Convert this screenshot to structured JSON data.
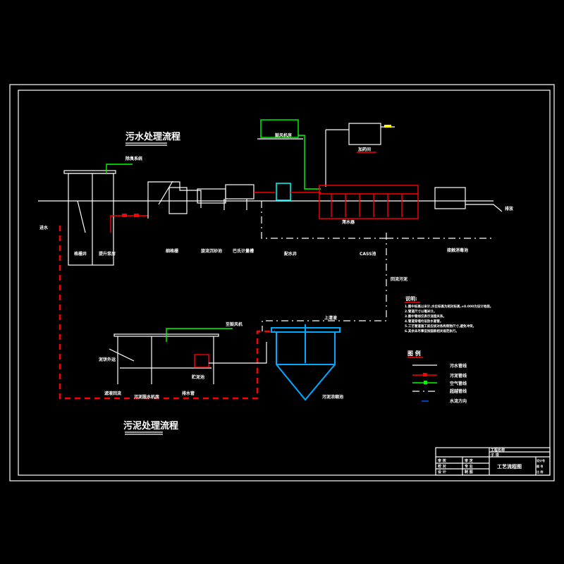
{
  "drawing": {
    "title_sewage": "污水处理流程",
    "title_sludge": "污泥处理流程",
    "units": [
      {
        "label": "格栅井"
      },
      {
        "label": "提升泵房"
      },
      {
        "label": "细格栅"
      },
      {
        "label": "旋流沉砂池"
      },
      {
        "label": "巴氏计量槽"
      },
      {
        "label": "配水井"
      },
      {
        "label": "CASS池"
      },
      {
        "label": "接触消毒池"
      }
    ],
    "aux_labels": {
      "blower": "鼓风机房",
      "dosing": "加药间",
      "air": "至鼓风机",
      "deodor": "除臭系统",
      "return_sludge": "回流污泥",
      "cass_inner": "滗水器",
      "sludge_thickener": "污泥浓缩池",
      "sludge_tank": "贮泥池",
      "dewater": "污泥脱水机房",
      "cake_out": "泥饼外运",
      "supernatant": "上清液",
      "overflow": "排水管",
      "inlet": "进水",
      "outlet": "排放",
      "filtrate": "滤液回流"
    },
    "notes": {
      "heading": "说明:",
      "lines": [
        "1.图中标高以米计,水位标高为相对标高,±0.000为设计地面。",
        "2.管道尺寸以毫米计。",
        "3.图中管线仅表示流程关系。",
        "4.管道穿墙均设防水套管。",
        "5.工艺管道施工前应核对各构筑物尺寸,避免冲突。",
        "6.其余未尽事宜按国家相关规范执行。"
      ]
    },
    "legend": {
      "heading": "图 例",
      "items": [
        {
          "label": "污水管线",
          "color": "#ffffff"
        },
        {
          "label": "污泥管线",
          "color": "#ff0000"
        },
        {
          "label": "空气管线",
          "color": "#00ff00"
        },
        {
          "label": "超越管线",
          "color": "#ffffff"
        },
        {
          "label": "水流方向",
          "color": "#0055ff"
        }
      ]
    },
    "title_block": {
      "project": "工程名称",
      "item": "子 项",
      "drawing_name": "工艺流程图",
      "rows": [
        "审 核",
        "校 对",
        "设 计"
      ],
      "rows2": [
        "审 定",
        "专 业",
        "制 图"
      ],
      "right": [
        "设计号",
        "图 号",
        "比 例"
      ]
    },
    "colors": {
      "background": "#000000",
      "sewage": "#ffffff",
      "sludge": "#ff0000",
      "air": "#00ff00",
      "tank": "#0088ff",
      "flow": "#0055ff"
    }
  }
}
